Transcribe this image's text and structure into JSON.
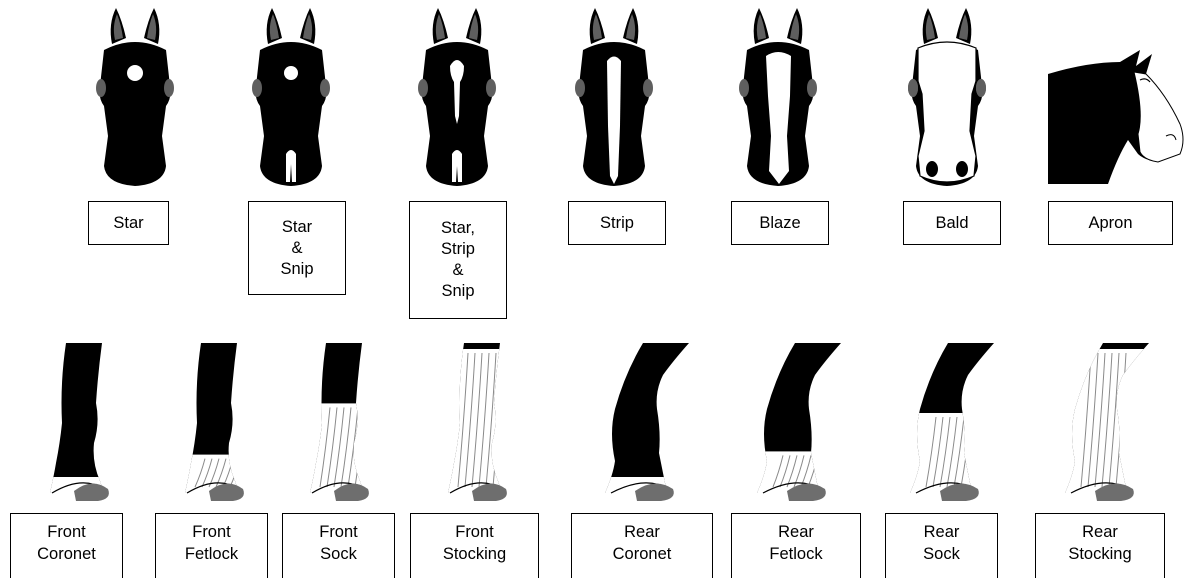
{
  "colors": {
    "coat": "#000000",
    "white_marking": "#ffffff",
    "ear_inner": "#5f5f5f",
    "hoof": "#6e6e6e",
    "hair_line": "#8a8a8a"
  },
  "face_markings": [
    {
      "key": "star",
      "label": "Star"
    },
    {
      "key": "star_snip",
      "label": "Star\n&\nSnip"
    },
    {
      "key": "star_strip_snip",
      "label": "Star,\nStrip\n&\nSnip"
    },
    {
      "key": "strip",
      "label": "Strip"
    },
    {
      "key": "blaze",
      "label": "Blaze"
    },
    {
      "key": "bald",
      "label": "Bald"
    },
    {
      "key": "apron",
      "label": "Apron"
    }
  ],
  "leg_markings": [
    {
      "key": "front_coronet",
      "label": "Front\nCoronet",
      "leg": "front",
      "white_level": 0.05
    },
    {
      "key": "front_fetlock",
      "label": "Front\nFetlock",
      "leg": "front",
      "white_level": 0.12
    },
    {
      "key": "front_sock",
      "label": "Front\nSock",
      "leg": "front",
      "white_level": 0.28
    },
    {
      "key": "front_stocking",
      "label": "Front\nStocking",
      "leg": "front",
      "white_level": 0.45
    },
    {
      "key": "rear_coronet",
      "label": "Rear\nCoronet",
      "leg": "rear",
      "white_level": 0.05
    },
    {
      "key": "rear_fetlock",
      "label": "Rear\nFetlock",
      "leg": "rear",
      "white_level": 0.13
    },
    {
      "key": "rear_sock",
      "label": "Rear\nSock",
      "leg": "rear",
      "white_level": 0.25
    },
    {
      "key": "rear_stocking",
      "label": "Rear\nStocking",
      "leg": "rear",
      "white_level": 0.45
    }
  ]
}
